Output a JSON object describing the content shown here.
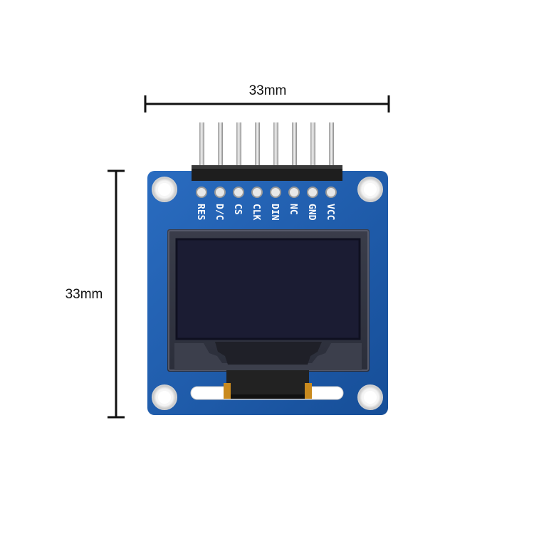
{
  "dimensions": {
    "width_label": "33mm",
    "height_label": "33mm"
  },
  "module": {
    "pin_labels": [
      "RES",
      "D/C",
      "CS",
      "CLK",
      "DIN",
      "NC",
      "GND",
      "VCC"
    ],
    "pcb_color": "#1f5fb0",
    "screen_color": "#1b1c33",
    "ribbon_color": "#c98a1e"
  }
}
